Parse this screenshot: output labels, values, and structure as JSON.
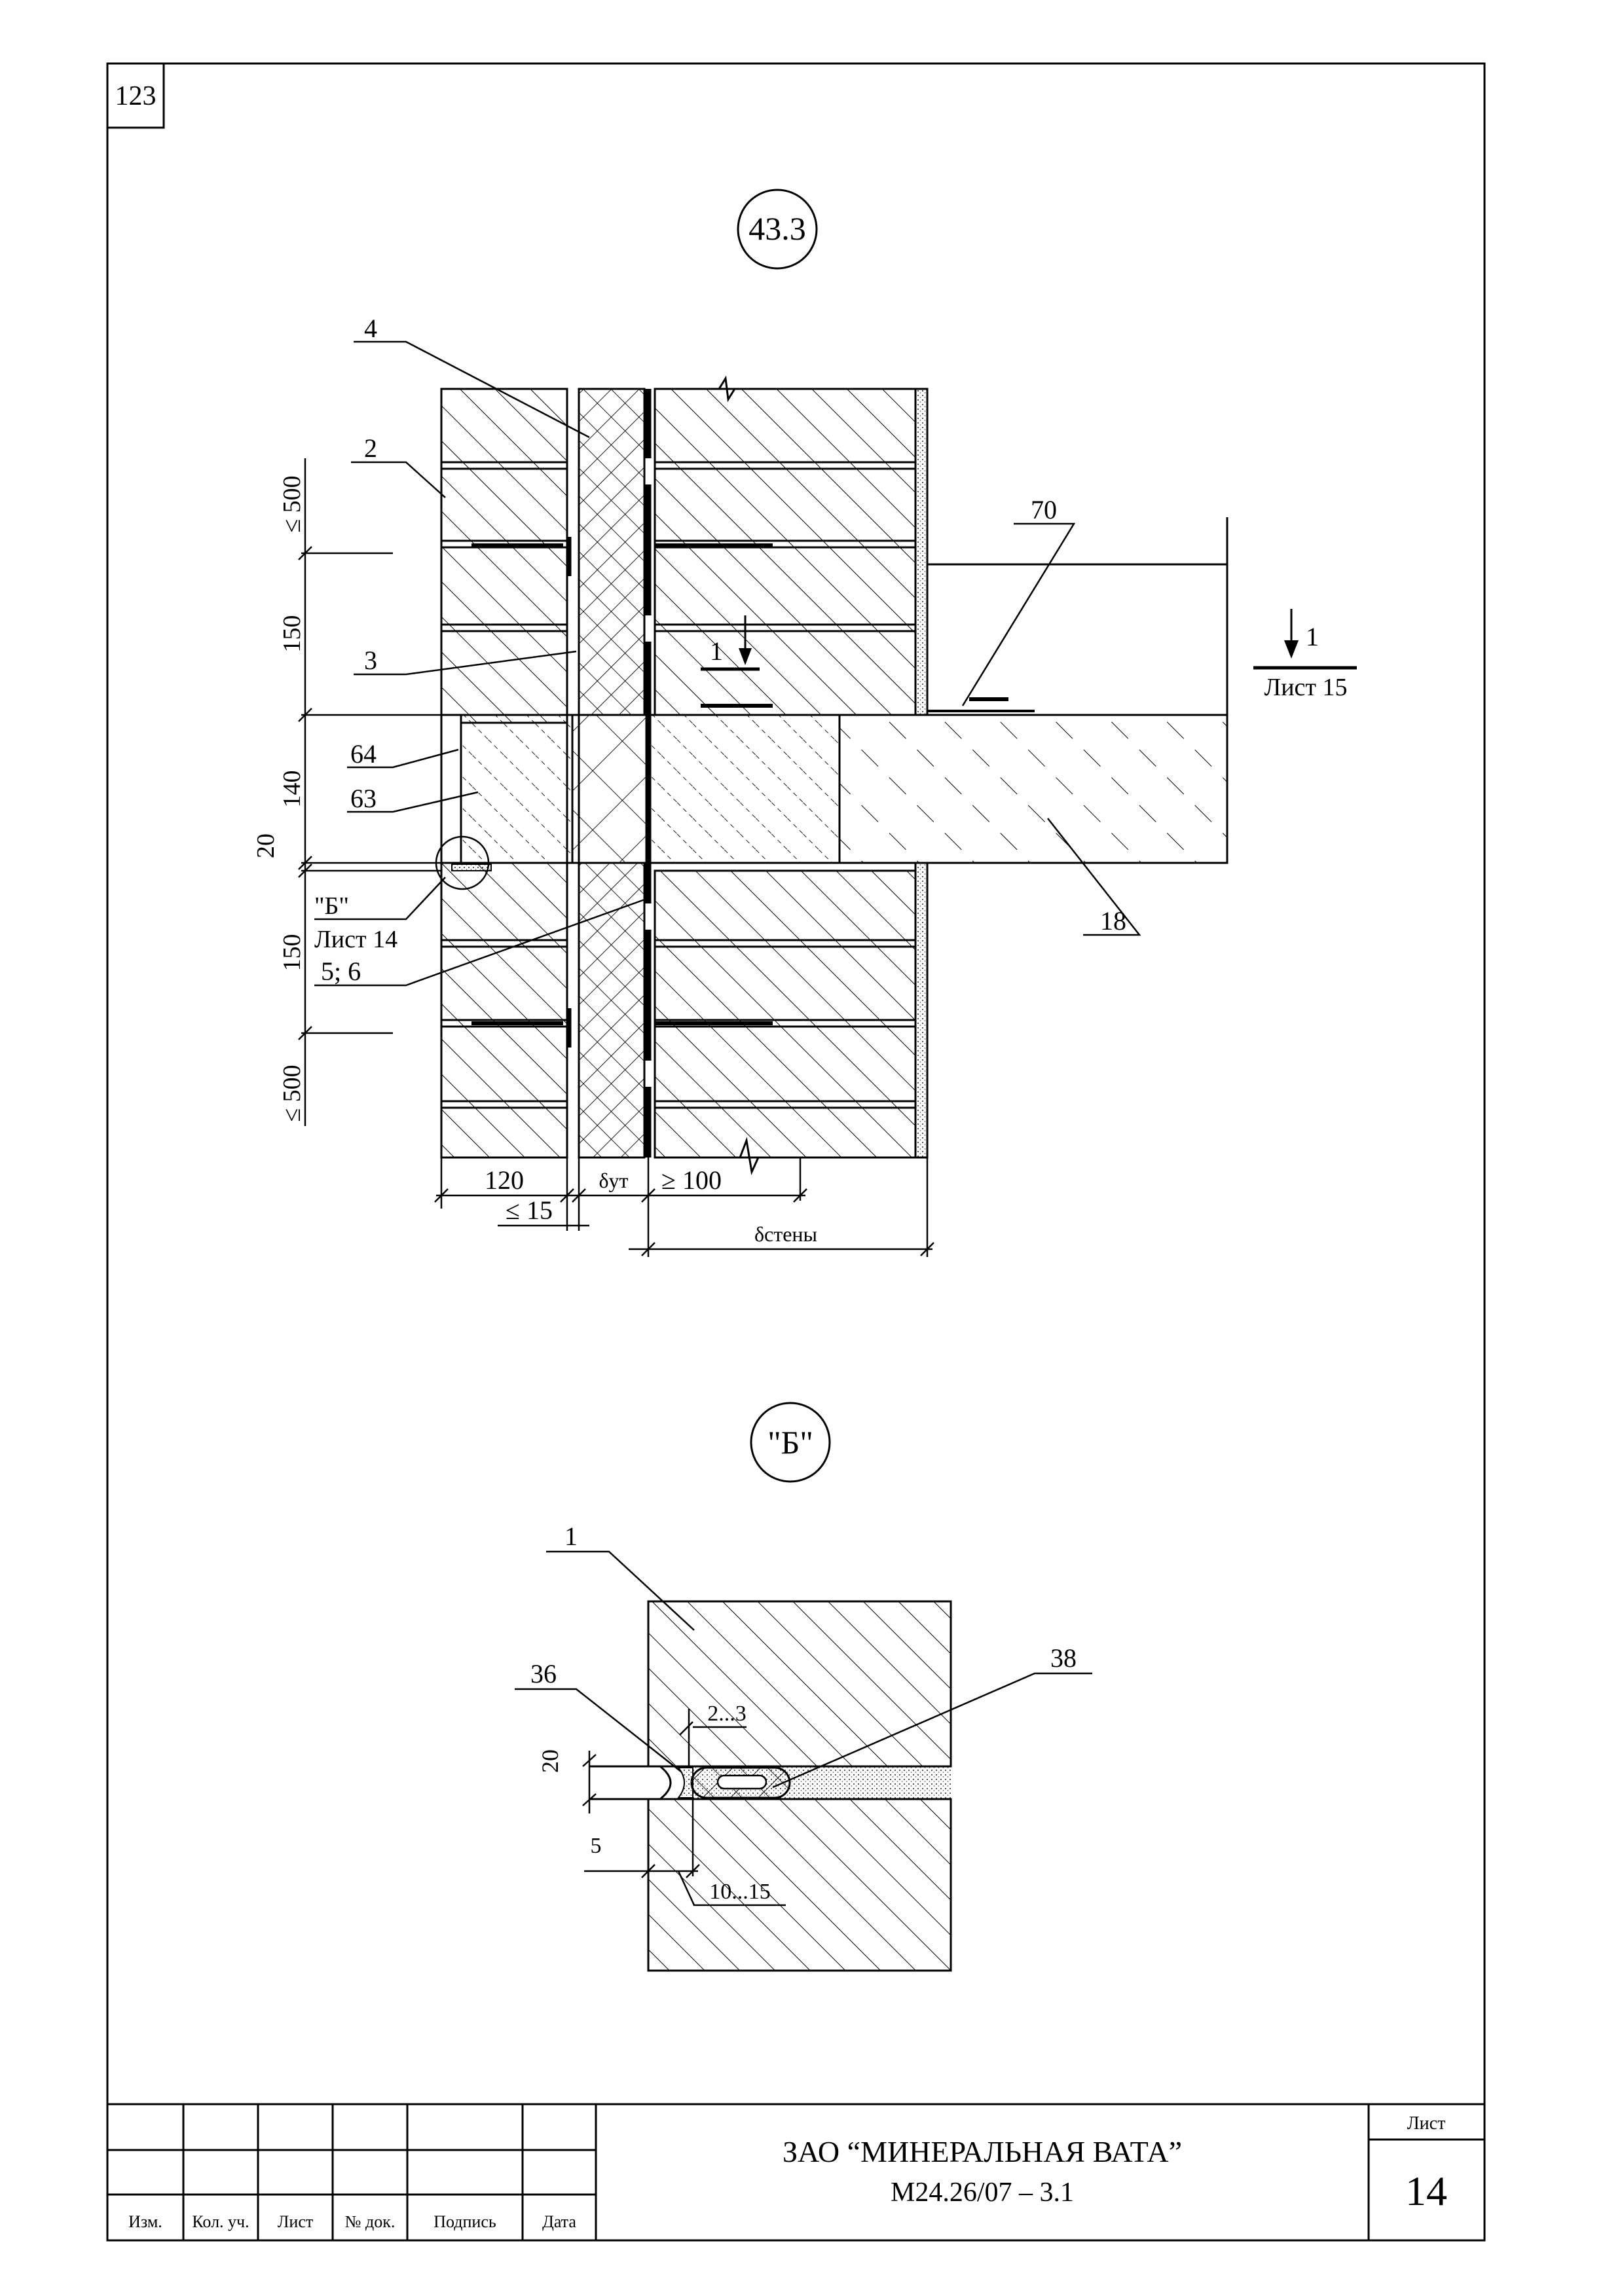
{
  "sheet": {
    "corner_number": "123"
  },
  "detail_433": {
    "marker": "43.3",
    "callouts": {
      "c4": "4",
      "c2": "2",
      "c3": "3",
      "c70": "70",
      "c64": "64",
      "c63": "63",
      "c18": "18",
      "b_ref": "\"Б\"",
      "b_sheet": "Лист 14",
      "c56": "5; 6",
      "section_mark": "1",
      "section_mark_small": "1"
    },
    "section_ref": {
      "number": "1",
      "sheet": "Лист 15"
    },
    "dimensions_vertical": [
      "≤ 500",
      "150",
      "140",
      "20",
      "150",
      "≤ 500"
    ],
    "dimensions_bottom": {
      "d120": "120",
      "d_ut": "δут",
      "d100": "≥ 100",
      "d15": "≤ 15",
      "d_wall": "δстены"
    }
  },
  "detail_b": {
    "marker": "\"Б\"",
    "callouts": {
      "c1": "1",
      "c36": "36",
      "c38": "38"
    },
    "dimensions": {
      "d20": "20",
      "d23": "2...3",
      "d5": "5",
      "d1015": "10...15"
    }
  },
  "title_block": {
    "company": "ЗАО “МИНЕРАЛЬНАЯ ВАТА”",
    "code": "М24.26/07 – 3.1",
    "sheet_label": "Лист",
    "sheet_number": "14",
    "columns": [
      "Изм.",
      "Кол. уч.",
      "Лист",
      "№ док.",
      "Подпись",
      "Дата"
    ]
  }
}
